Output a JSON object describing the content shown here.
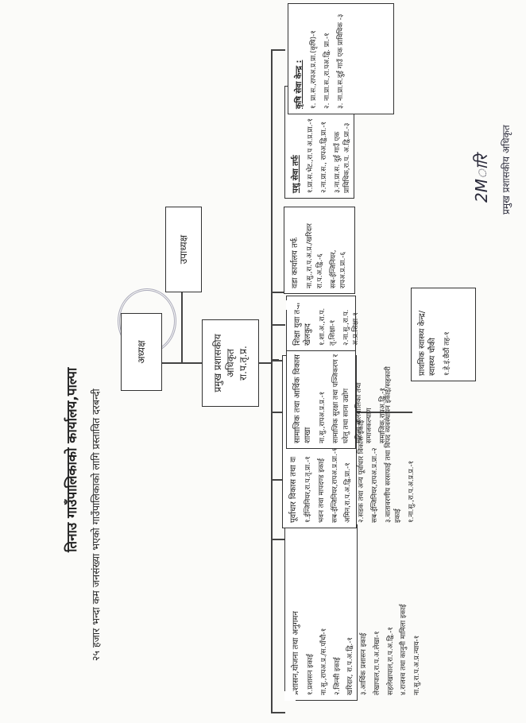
{
  "header": {
    "title": "तिनाउ गाउँपालिकाको कार्यालय,पाल्पा",
    "subtitle": "२५ हजार भन्दा कम जनसंख्या भएको गाउँपालिकाको लागि प्रस्तावित दरबन्दी"
  },
  "top": {
    "chair": "अध्यक्ष",
    "vice_chair": "उपाध्यक्ष",
    "cao": {
      "line1": "प्रमुख प्रशासकीय",
      "line2": "अधिकृत",
      "line3": "रा.प.तृ.प्र."
    }
  },
  "units": {
    "admin": {
      "header": "प्रशासन,योजना तथा अनुगमन",
      "items": [
        "१.प्रशासन इकाई",
        "ना.सु.,रापअ.प्र./स.पाँचौ-१",
        "२.जिन्सी इकाई",
        "खरिदार, रा.प.अ.द्वि.-१",
        "३.आर्थिक प्रशासन इकाई",
        "लेखापाल,रा.प.अ.लेखा-१",
        "सहलेखापाल,रा.प.अ.द्वि.-१",
        "४.राजश्व तथा कानुनी मामिला इकाई",
        "ना.सु.रा.प.अ.प्र.न्याय-१"
      ]
    },
    "infra": {
      "header": "पूर्वाधार विकास तथा वातावरण व्यवस्थापन शाखा",
      "items": [
        "१.ईन्जिनियर,रा.प.तृ.प्रा.-१",
        "भवन तथा मापदण्ड इकाई",
        "सब-ईन्जिनियर,रापअ.प्र.प्रा.-१",
        "अमिन,रा.प.अ.द्वि.प्रा.-१",
        "२.सडक तथा अन्य पूर्वाधार विकास इकाई",
        "सब-ईन्जिनियर,रापअ.प्र.प्रा.-२",
        "३.वातावरणीय सरसफाई तथा विपद व्यवस्थापन इकाई/सहकारी इकाई",
        "१.ना.सु.,रा.प.अ.प्र.प्र.-१"
      ]
    },
    "social": {
      "header": "सामाजिक तथा आर्थिक विकास शाखा",
      "items": [
        "ना.सु.,रापअ.प्र.प्र.-१",
        "सामाजिक सुरक्षा तथा पञ्जिकरण र घरेलु तथा साना उद्योग",
        "महिला बालबालिका तथा समाजकल्याण",
        "समाजिक,रापअ.द्वि.-१"
      ]
    },
    "education": {
      "header": "शिक्षा युवा तथा खेलकुद",
      "items": [
        "१.शा.अ.,रा.प. तृ.शिक्षा-१",
        "२.ना.सु.,रा.प. अ.प्र.शिक्षा-१"
      ]
    },
    "ward": {
      "header": "वडा कार्यालय तर्फ",
      "items": [
        "ना.सु.,रा.प.अ.प्र./खरिदार रा.प.अ.द्वि.-६",
        "सब-ईन्जिनियर, रापअ.प्र.प्रा.-६"
      ]
    },
    "livestock": {
      "header": "पशु सेवा तर्फ",
      "items": [
        "१.प्रा.स.भेट.,रा.प अ.प्र.प्रा.-१",
        "२.ना.प्रा.स., रापअ.द्वि.प्रा.-१",
        "३.ना.प्रा.स. दुई गाउँ एक प्राविधिक,रा.प. अ.द्वि.प्रा.-३"
      ]
    },
    "agri": {
      "header": "कृषि सेवा केन्द्र :",
      "items": [
        "१. प्रा.स.,रापअ.प्र.प्रा.(कृषि)-१",
        "२. ना.प्रा.स.,रा.पअ.द्वि. प्रा.-१",
        "३. ना.प्रा.स.दुई गाउँ एक प्राविधिक -३"
      ]
    },
    "health": {
      "header": "प्राथमिक स्वास्थ्य केन्द्र/स्वास्थ्य चौकी",
      "items": [
        "१.हे.इं.छैठौं तह-१"
      ]
    }
  },
  "signature": {
    "scribble": "2Mारि",
    "role": "प्रमुख प्रशासकीय अधिकृत"
  }
}
